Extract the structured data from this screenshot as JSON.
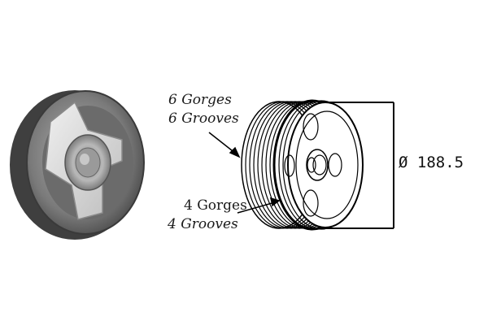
{
  "labels": {
    "six_fr": "6 Gorges",
    "six_en": "6 Grooves",
    "four_fr": "4 Gorges",
    "four_en": "4 Grooves",
    "diameter": "Ø 188.5"
  },
  "colors": {
    "metal_dark": "#5d5d5d",
    "metal_mid": "#8a8a8a",
    "metal_light": "#c9c9c9",
    "rubber": "#3a3a3a",
    "line": "#000000"
  }
}
